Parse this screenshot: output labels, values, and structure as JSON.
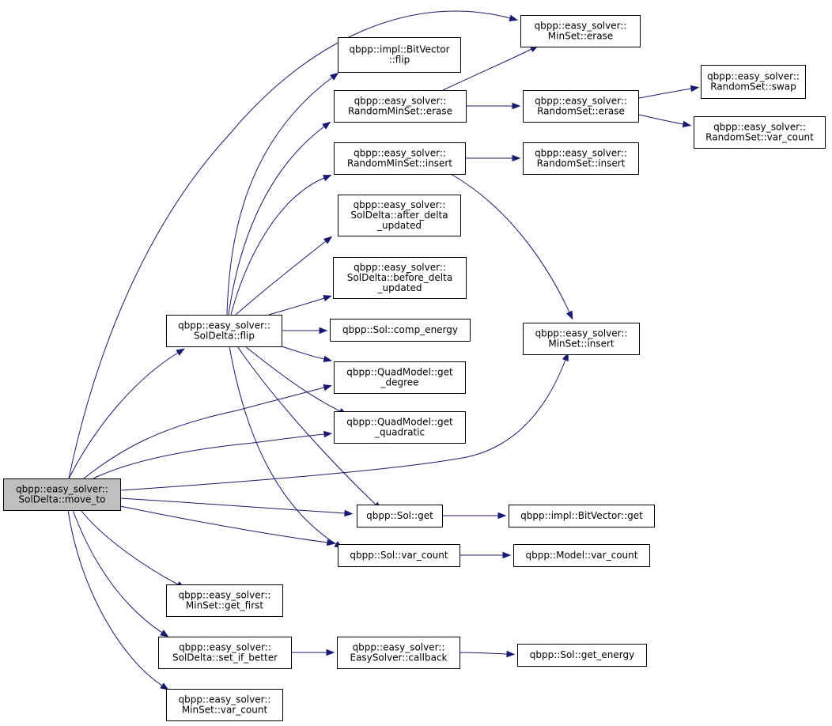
{
  "colors": {
    "edge": "#191970",
    "node_fill": "#ffffff",
    "root_fill": "#bfbfbf",
    "border": "#000000"
  },
  "nodes": [
    {
      "id": "move_to",
      "lines": [
        "qbpp::easy_solver::",
        "SolDelta::move_to"
      ],
      "highlight": true
    },
    {
      "id": "flip",
      "lines": [
        "qbpp::easy_solver::",
        "SolDelta::flip"
      ]
    },
    {
      "id": "minset_erase",
      "lines": [
        "qbpp::easy_solver::",
        "MinSet::erase"
      ]
    },
    {
      "id": "bitvector_flip",
      "lines": [
        "qbpp::impl::BitVector",
        "::flip"
      ]
    },
    {
      "id": "rms_erase",
      "lines": [
        "qbpp::easy_solver::",
        "RandomMinSet::erase"
      ]
    },
    {
      "id": "rs_erase",
      "lines": [
        "qbpp::easy_solver::",
        "RandomSet::erase"
      ]
    },
    {
      "id": "rs_swap",
      "lines": [
        "qbpp::easy_solver::",
        "RandomSet::swap"
      ]
    },
    {
      "id": "rs_var_count",
      "lines": [
        "qbpp::easy_solver::",
        "RandomSet::var_count"
      ]
    },
    {
      "id": "rms_insert",
      "lines": [
        "qbpp::easy_solver::",
        "RandomMinSet::insert"
      ]
    },
    {
      "id": "rs_insert",
      "lines": [
        "qbpp::easy_solver::",
        "RandomSet::insert"
      ]
    },
    {
      "id": "after_delta",
      "lines": [
        "qbpp::easy_solver::",
        "SolDelta::after_delta",
        "_updated"
      ]
    },
    {
      "id": "before_delta",
      "lines": [
        "qbpp::easy_solver::",
        "SolDelta::before_delta",
        "_updated"
      ]
    },
    {
      "id": "comp_energy",
      "lines": [
        "qbpp::Sol::comp_energy"
      ]
    },
    {
      "id": "minset_insert",
      "lines": [
        "qbpp::easy_solver::",
        "MinSet::insert"
      ]
    },
    {
      "id": "get_degree",
      "lines": [
        "qbpp::QuadModel::get",
        "_degree"
      ]
    },
    {
      "id": "get_quadratic",
      "lines": [
        "qbpp::QuadModel::get",
        "_quadratic"
      ]
    },
    {
      "id": "sol_get",
      "lines": [
        "qbpp::Sol::get"
      ]
    },
    {
      "id": "bitvector_get",
      "lines": [
        "qbpp::impl::BitVector::get"
      ]
    },
    {
      "id": "sol_var_count",
      "lines": [
        "qbpp::Sol::var_count"
      ]
    },
    {
      "id": "model_var_count",
      "lines": [
        "qbpp::Model::var_count"
      ]
    },
    {
      "id": "minset_get_first",
      "lines": [
        "qbpp::easy_solver::",
        "MinSet::get_first"
      ]
    },
    {
      "id": "set_if_better",
      "lines": [
        "qbpp::easy_solver::",
        "SolDelta::set_if_better"
      ]
    },
    {
      "id": "callback",
      "lines": [
        "qbpp::easy_solver::",
        "EasySolver::callback"
      ]
    },
    {
      "id": "get_energy",
      "lines": [
        "qbpp::Sol::get_energy"
      ]
    },
    {
      "id": "minset_var_count",
      "lines": [
        "qbpp::easy_solver::",
        "MinSet::var_count"
      ]
    }
  ],
  "edges": [
    {
      "from": "move_to",
      "to": "minset_erase"
    },
    {
      "from": "move_to",
      "to": "flip"
    },
    {
      "from": "move_to",
      "to": "get_degree"
    },
    {
      "from": "move_to",
      "to": "get_quadratic"
    },
    {
      "from": "move_to",
      "to": "minset_insert"
    },
    {
      "from": "move_to",
      "to": "sol_get"
    },
    {
      "from": "move_to",
      "to": "sol_var_count"
    },
    {
      "from": "move_to",
      "to": "minset_get_first"
    },
    {
      "from": "move_to",
      "to": "set_if_better"
    },
    {
      "from": "move_to",
      "to": "minset_var_count"
    },
    {
      "from": "flip",
      "to": "bitvector_flip"
    },
    {
      "from": "flip",
      "to": "rms_erase"
    },
    {
      "from": "flip",
      "to": "rms_insert"
    },
    {
      "from": "flip",
      "to": "after_delta"
    },
    {
      "from": "flip",
      "to": "before_delta"
    },
    {
      "from": "flip",
      "to": "comp_energy"
    },
    {
      "from": "flip",
      "to": "get_degree"
    },
    {
      "from": "flip",
      "to": "get_quadratic"
    },
    {
      "from": "flip",
      "to": "sol_get"
    },
    {
      "from": "flip",
      "to": "sol_var_count"
    },
    {
      "from": "rms_erase",
      "to": "minset_erase"
    },
    {
      "from": "rms_erase",
      "to": "rs_erase"
    },
    {
      "from": "rs_erase",
      "to": "rs_swap"
    },
    {
      "from": "rs_erase",
      "to": "rs_var_count"
    },
    {
      "from": "rms_insert",
      "to": "rs_insert"
    },
    {
      "from": "rms_insert",
      "to": "minset_insert"
    },
    {
      "from": "sol_get",
      "to": "bitvector_get"
    },
    {
      "from": "sol_var_count",
      "to": "model_var_count"
    },
    {
      "from": "set_if_better",
      "to": "callback"
    },
    {
      "from": "callback",
      "to": "get_energy"
    }
  ]
}
